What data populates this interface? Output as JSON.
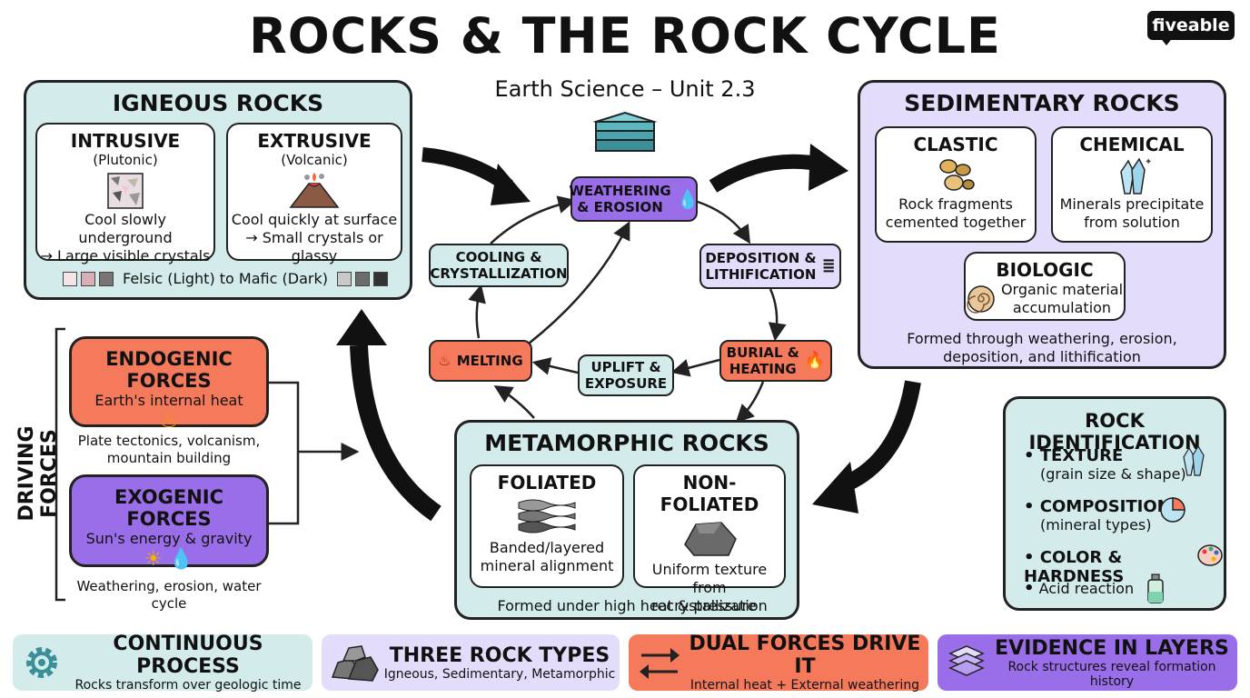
{
  "header": {
    "title": "ROCKS & THE ROCK CYCLE",
    "subtitle": "Earth Science – Unit 2.3",
    "logo": "fiveable"
  },
  "igneous": {
    "title": "IGNEOUS ROCKS",
    "intrusive": {
      "title": "INTRUSIVE",
      "sub": "(Plutonic)",
      "line1": "Cool slowly underground",
      "line2": "→ Large visible crystals"
    },
    "extrusive": {
      "title": "EXTRUSIVE",
      "sub": "(Volcanic)",
      "line1": "Cool quickly at surface",
      "line2": "→ Small crystals or glassy"
    },
    "scale": "Felsic (Light) to Mafic (Dark)"
  },
  "sedimentary": {
    "title": "SEDIMENTARY ROCKS",
    "clastic": {
      "title": "CLASTIC",
      "line1": "Rock fragments",
      "line2": "cemented together"
    },
    "chemical": {
      "title": "CHEMICAL",
      "line1": "Minerals precipitate",
      "line2": "from solution"
    },
    "biologic": {
      "title": "BIOLOGIC",
      "line1": "Organic material",
      "line2": "accumulation"
    },
    "footer1": "Formed through weathering, erosion,",
    "footer2": "deposition, and lithification"
  },
  "metamorphic": {
    "title": "METAMORPHIC ROCKS",
    "foliated": {
      "title": "FOLIATED",
      "line1": "Banded/layered",
      "line2": "mineral alignment"
    },
    "nonfoliated": {
      "title": "NON-FOLIATED",
      "line1": "Uniform texture",
      "line2": "from recrystallization"
    },
    "footer": "Formed under high heat & pressure"
  },
  "cycle": {
    "weathering": [
      "WEATHERING",
      "& EROSION"
    ],
    "deposition": [
      "DEPOSITION &",
      "LITHIFICATION"
    ],
    "burial": [
      "BURIAL &",
      "HEATING"
    ],
    "uplift": [
      "UPLIFT &",
      "EXPOSURE"
    ],
    "melting": [
      "MELTING"
    ],
    "cooling": [
      "COOLING &",
      "CRYSTALLIZATION"
    ]
  },
  "forces": {
    "label": "DRIVING FORCES",
    "endogenic": {
      "title": "ENDOGENIC FORCES",
      "sub": "Earth's internal heat",
      "note1": "Plate tectonics, volcanism,",
      "note2": "mountain building"
    },
    "exogenic": {
      "title": "EXOGENIC FORCES",
      "sub": "Sun's energy & gravity",
      "note": "Weathering, erosion, water cycle"
    }
  },
  "identification": {
    "title": "ROCK IDENTIFICATION",
    "items": [
      {
        "label": "TEXTURE",
        "sub": "(grain size & shape)"
      },
      {
        "label": "COMPOSITION",
        "sub": "(mineral types)"
      },
      {
        "label": "COLOR & HARDNESS",
        "sub": ""
      },
      {
        "label": "",
        "sub": "Acid reaction"
      }
    ]
  },
  "bottom": [
    {
      "title": "CONTINUOUS PROCESS",
      "sub": "Rocks transform over geologic time",
      "color": "#d3eceb",
      "icon": "gear-icon"
    },
    {
      "title": "THREE ROCK TYPES",
      "sub": "Igneous, Sedimentary, Metamorphic",
      "color": "#e4dcfb",
      "icon": "rocks-icon"
    },
    {
      "title": "DUAL FORCES DRIVE IT",
      "sub": "Internal heat + External weathering",
      "color": "#f57a5c",
      "icon": "swap-arrows-icon"
    },
    {
      "title": "EVIDENCE IN LAYERS",
      "sub": "Rock structures reveal formation history",
      "color": "#9a6ee8",
      "icon": "layers-icon"
    }
  ]
}
